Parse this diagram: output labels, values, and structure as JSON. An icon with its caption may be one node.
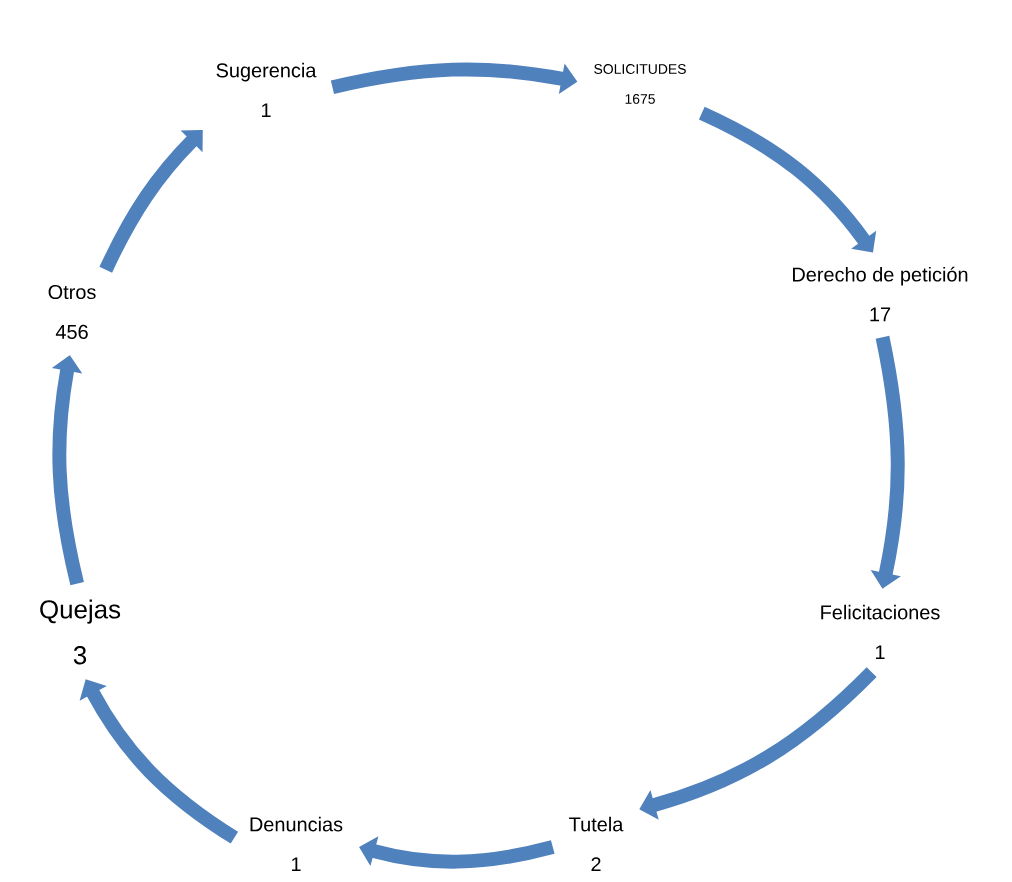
{
  "diagram": {
    "nodes": [
      {
        "text": [
          "SOLICITUDES",
          "1675"
        ]
      },
      {
        "text": [
          "Derecho de petición",
          "17"
        ]
      },
      {
        "text": [
          "Felicitaciones",
          "1"
        ]
      },
      {
        "text": [
          "Tutela",
          "2"
        ]
      },
      {
        "text": [
          "Denuncias",
          "1"
        ]
      },
      {
        "text": [
          "Quejas",
          "3"
        ]
      },
      {
        "text": [
          "Otros",
          "456"
        ]
      },
      {
        "text": [
          "Sugerencia",
          "1"
        ]
      }
    ],
    "edges": [
      {
        "from": 0,
        "to": 1,
        "arrow": "to"
      },
      {
        "from": 1,
        "to": 2,
        "arrow": "to"
      },
      {
        "from": 2,
        "to": 3,
        "arrow": "to"
      },
      {
        "from": 3,
        "to": 4,
        "arrow": "to"
      },
      {
        "from": 4,
        "to": 5,
        "arrow": "to"
      },
      {
        "from": 5,
        "to": 6,
        "arrow": "to"
      },
      {
        "from": 6,
        "to": 7,
        "arrow": "to"
      },
      {
        "from": 7,
        "to": 0,
        "arrow": "to"
      }
    ]
  }
}
